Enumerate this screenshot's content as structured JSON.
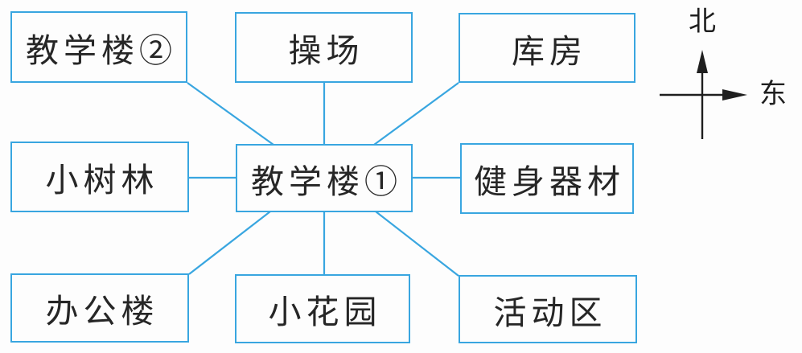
{
  "diagram": {
    "type": "relationship-position-map",
    "description": "School campus layout map: center node connected to eight surrounding locations",
    "nodes": [
      {
        "id": "teaching-building-2",
        "label": "教学楼②",
        "direction": "northwest"
      },
      {
        "id": "playground",
        "label": "操场",
        "direction": "north"
      },
      {
        "id": "storehouse",
        "label": "库房",
        "direction": "northeast"
      },
      {
        "id": "woods",
        "label": "小树林",
        "direction": "west"
      },
      {
        "id": "teaching-building-1",
        "label": "教学楼①",
        "direction": "center"
      },
      {
        "id": "fitness-equipment",
        "label": "健身器材",
        "direction": "east"
      },
      {
        "id": "office-building",
        "label": "办公楼",
        "direction": "southwest"
      },
      {
        "id": "garden",
        "label": "小花园",
        "direction": "south"
      },
      {
        "id": "activity-area",
        "label": "活动区",
        "direction": "southeast"
      }
    ],
    "edges": [
      {
        "from": "teaching-building-1",
        "to": "teaching-building-2"
      },
      {
        "from": "teaching-building-1",
        "to": "playground"
      },
      {
        "from": "teaching-building-1",
        "to": "storehouse"
      },
      {
        "from": "teaching-building-1",
        "to": "woods"
      },
      {
        "from": "teaching-building-1",
        "to": "fitness-equipment"
      },
      {
        "from": "teaching-building-1",
        "to": "office-building"
      },
      {
        "from": "teaching-building-1",
        "to": "garden"
      },
      {
        "from": "teaching-building-1",
        "to": "activity-area"
      }
    ],
    "compass": {
      "north": "北",
      "east": "东"
    },
    "colors": {
      "line_blue": "#39a6e0",
      "text": "#262626",
      "compass_black": "#1f1f1f",
      "background": "#fdfdfd"
    }
  }
}
